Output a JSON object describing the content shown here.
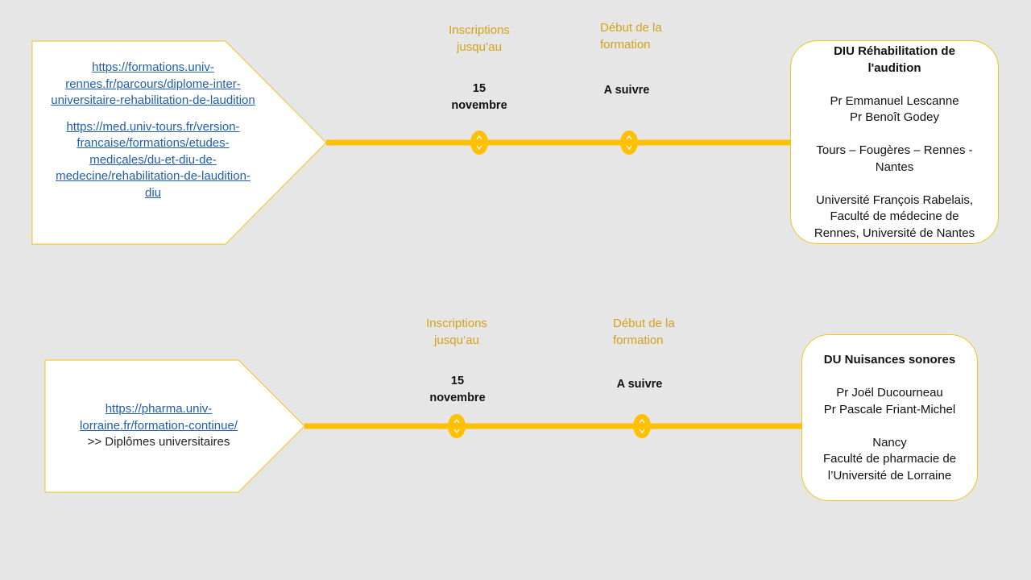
{
  "colors": {
    "background": "#e6e6e6",
    "accent": "#ffc000",
    "label_text": "#d4a21a",
    "link": "#1f5fae"
  },
  "programs": [
    {
      "links": [
        "https://formations.univ-rennes.fr/parcours/diplome-inter-universitaire-rehabilitation-de-laudition",
        "https://med.univ-tours.fr/version-francaise/formations/etudes-medicales/du-et-diu-de-medecine/rehabilitation-de-laudition-diu"
      ],
      "links_display": [
        [
          "https://formations.univ-",
          "rennes.fr/parcours/diplome-inter-",
          "universitaire-rehabilitation-de-laudition"
        ],
        [
          "https://med.univ-tours.fr/version-",
          "francaise/formations/etudes-",
          "medicales/du-et-diu-de-",
          "medecine/rehabilitation-de-laudition-",
          "diu"
        ]
      ],
      "milestones": [
        {
          "label_lines": [
            "Inscriptions",
            "jusqu’au"
          ],
          "value_lines": [
            "15",
            "novembre"
          ]
        },
        {
          "label_lines": [
            "Début de la",
            "formation"
          ],
          "value_lines": [
            "A suivre"
          ]
        }
      ],
      "card": {
        "title_lines": [
          "DIU Réhabilitation de",
          "l'audition"
        ],
        "teachers": [
          "Pr Emmanuel Lescanne",
          "Pr Benoît Godey"
        ],
        "places_lines": [
          "Tours – Fougères – Rennes -",
          "Nantes"
        ],
        "institution_lines": [
          "Université François Rabelais,",
          "Faculté de médecine de",
          "Rennes, Université de Nantes"
        ]
      }
    },
    {
      "links": [
        "https://pharma.univ-lorraine.fr/formation-continue/"
      ],
      "links_display": [
        [
          "https://pharma.univ-",
          "lorraine.fr/formation-continue/"
        ]
      ],
      "extra_text": ">> Diplômes universitaires",
      "milestones": [
        {
          "label_lines": [
            "Inscriptions",
            "jusqu’au"
          ],
          "value_lines": [
            "15",
            "novembre"
          ]
        },
        {
          "label_lines": [
            "Début de la",
            "formation"
          ],
          "value_lines": [
            "A suivre"
          ]
        }
      ],
      "card": {
        "title_lines": [
          "DU Nuisances sonores"
        ],
        "teachers": [
          "Pr Joël Ducourneau",
          "Pr Pascale Friant-Michel"
        ],
        "places_lines": [
          "Nancy"
        ],
        "institution_lines": [
          "Faculté de pharmacie de",
          "l’Université de Lorraine"
        ]
      }
    }
  ]
}
